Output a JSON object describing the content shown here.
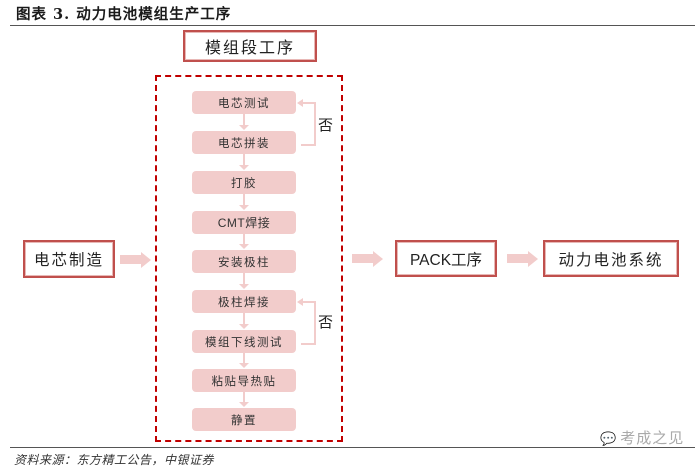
{
  "figure": {
    "title": "图表 3. 动力电池模组生产工序",
    "source": "资料来源：东方精工公告，中银证券",
    "watermark": "考成之见",
    "watermark_icon": "wechat-icon"
  },
  "diagram": {
    "module_stage_label": "模组段工序",
    "input_node": "电芯制造",
    "pack_node": "PACK工序",
    "output_node": "动力电池系统",
    "steps": [
      {
        "label": "电芯测试"
      },
      {
        "label": "电芯拼装"
      },
      {
        "label": "打胶"
      },
      {
        "label": "CMT焊接"
      },
      {
        "label": "安装极柱"
      },
      {
        "label": "极柱焊接"
      },
      {
        "label": "模组下线测试"
      },
      {
        "label": "粘贴导热贴"
      },
      {
        "label": "静置"
      }
    ],
    "feedback_loops": [
      {
        "from": "电芯拼装",
        "to": "电芯测试",
        "label": "否"
      },
      {
        "from": "模组下线测试",
        "to": "极柱焊接",
        "label": "否"
      }
    ],
    "colors": {
      "box_border": "#c0504d",
      "step_fill": "#f2cccb",
      "dashed_frame": "#c00000",
      "arrow": "#f2cccb"
    }
  }
}
